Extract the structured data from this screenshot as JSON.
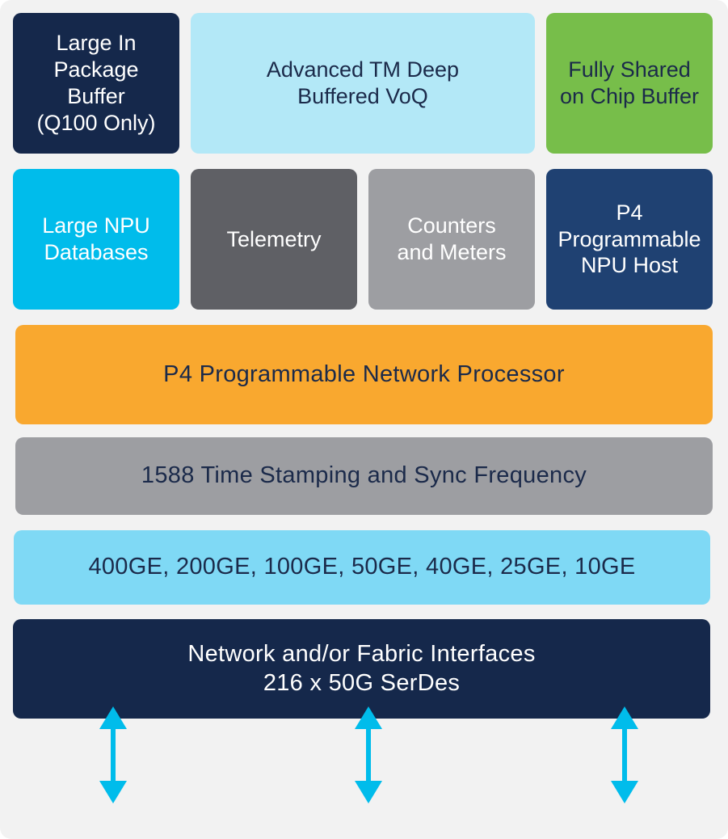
{
  "blocks": {
    "in_package_buffer": {
      "lines": [
        "Large In",
        "Package",
        "Buffer",
        "(Q100 Only)"
      ]
    },
    "advanced_tm": {
      "lines": [
        "Advanced TM Deep",
        "Buffered VoQ"
      ]
    },
    "shared_buffer": {
      "lines": [
        "Fully Shared",
        "on Chip Buffer"
      ]
    },
    "npu_databases": {
      "lines": [
        "Large NPU",
        "Databases"
      ]
    },
    "telemetry": {
      "lines": [
        "Telemetry"
      ]
    },
    "counters_meters": {
      "lines": [
        "Counters",
        "and Meters"
      ]
    },
    "npu_host": {
      "lines": [
        "P4",
        "Programmable",
        "NPU Host"
      ]
    },
    "network_processor": {
      "lines": [
        "P4 Programmable Network Processor"
      ]
    },
    "time_stamping": {
      "lines": [
        "1588 Time Stamping and Sync Frequency"
      ]
    },
    "port_speeds": {
      "lines": [
        "400GE, 200GE, 100GE, 50GE, 40GE, 25GE, 10GE"
      ]
    },
    "interfaces": {
      "lines": [
        "Network and/or Fabric Interfaces",
        "216 x 50G SerDes"
      ]
    }
  },
  "colors": {
    "navy": "#15284b",
    "pale_cyan": "#b3e8f7",
    "green": "#77be4a",
    "cyan": "#00bceb",
    "dark_gray": "#5f6065",
    "mid_gray": "#9d9ea2",
    "blue": "#1f4172",
    "orange": "#f9a82f",
    "light_cyan": "#7fd9f5",
    "arrow": "#00bceb"
  }
}
